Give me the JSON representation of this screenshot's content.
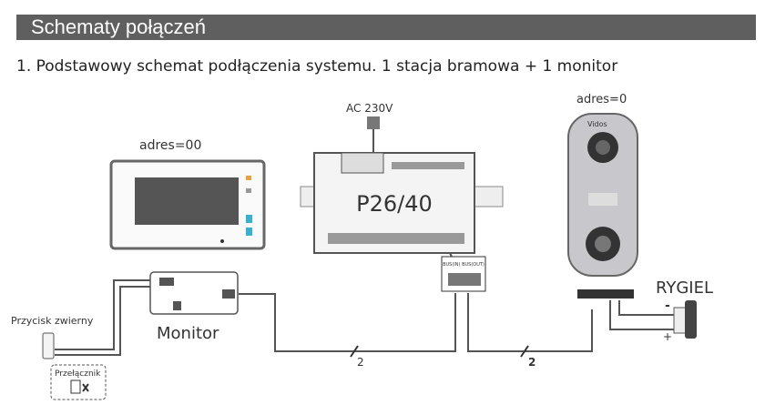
{
  "header": {
    "title": "Schematy połączeń"
  },
  "section": {
    "title": "1. Podstawowy schemat podłączenia systemu. 1 stacja bramowa + 1 monitor"
  },
  "diagram": {
    "monitor_address": "adres=00",
    "power_label": "AC 230V",
    "distributor_label": "P26/40",
    "distributor_ports": "BUS(IN) BUS(OUT)",
    "station_address": "adres=0",
    "station_brand": "Vidos",
    "lock_label": "RYGIEL",
    "lock_minus": "-",
    "lock_plus": "+",
    "monitor_label": "Monitor",
    "button_label": "Przycisk zwierny",
    "switch_label": "Przełącznik",
    "wire_count_1": "2",
    "wire_count_2": "2"
  }
}
